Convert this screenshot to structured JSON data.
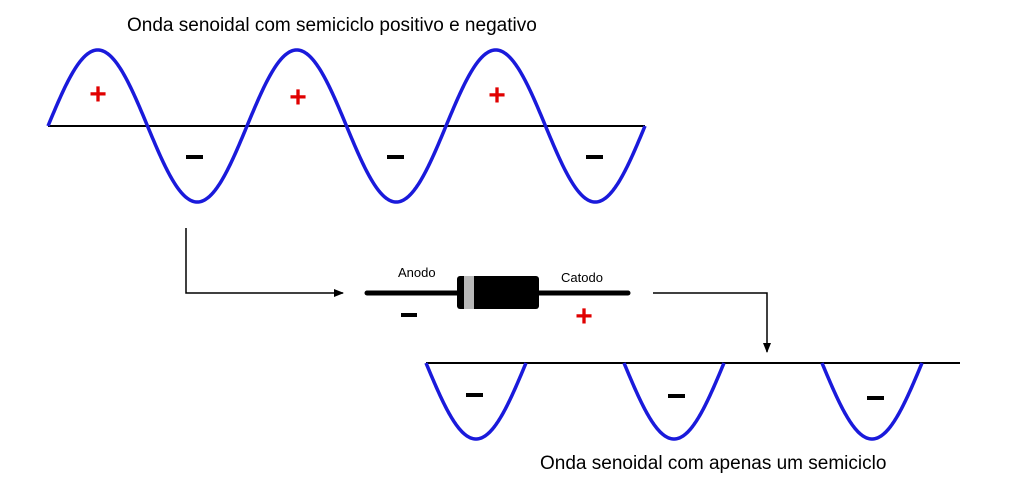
{
  "titles": {
    "top": "Onda senoidal com semiciclo positivo e negativo",
    "bottom": "Onda senoidal com apenas um semiciclo"
  },
  "diode": {
    "anode_label": "Anodo",
    "cathode_label": "Catodo",
    "anode_sign": "−",
    "cathode_sign": "+"
  },
  "top_wave": {
    "positive_sign": "+",
    "negative_sign": "−",
    "cycles": 3
  },
  "bottom_wave": {
    "negative_sign": "−",
    "lobes": 3
  },
  "colors": {
    "wave": "#1a1adb",
    "positive_sign": "#e00000",
    "axis": "#000000",
    "diode_body": "#000000",
    "diode_band": "#b8b8b8"
  }
}
